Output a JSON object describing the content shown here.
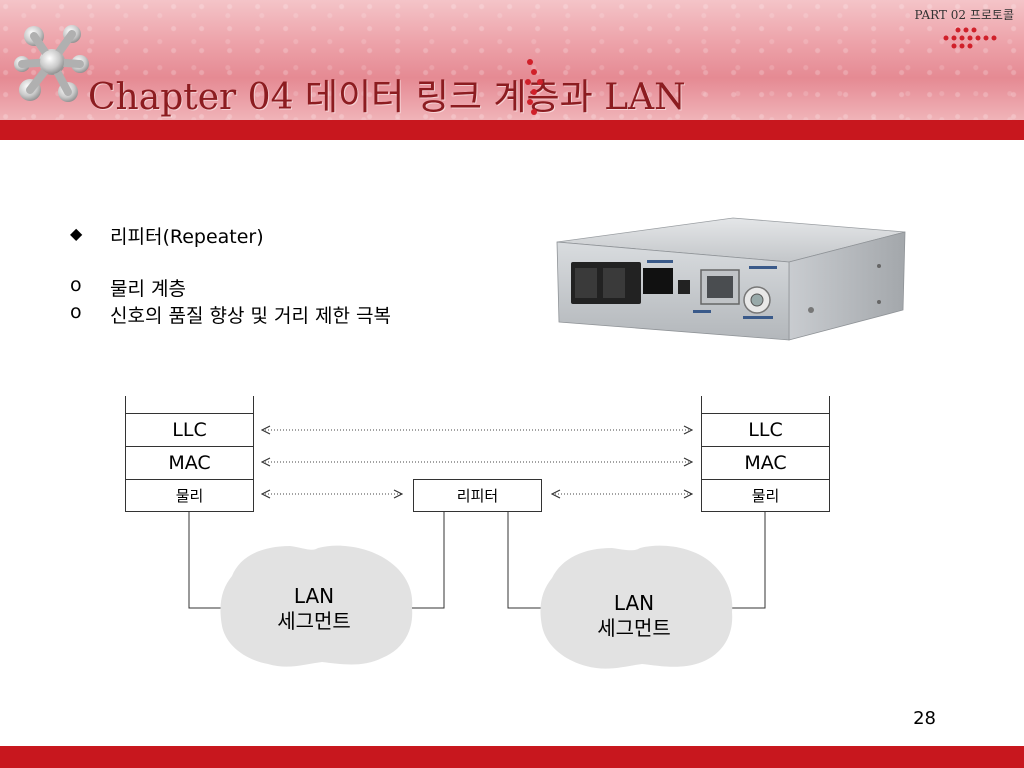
{
  "header": {
    "part_label": "PART 02 프로토콜",
    "title": "Chapter 04 데이터 링크 계층과 LAN",
    "accent_color": "#c8171e"
  },
  "bullets": [
    {
      "icon": "diamond-bullet-icon",
      "mark": "◆",
      "text": "리피터(Repeater)"
    },
    {
      "icon": "circle-bullet-icon",
      "mark": "o",
      "text": "물리 계층"
    },
    {
      "icon": "circle-bullet-icon",
      "mark": "o",
      "text": "신호의 품질 향상 및 거리 제한 극복"
    }
  ],
  "diagram": {
    "left_stack": [
      "LLC",
      "MAC",
      "물리"
    ],
    "right_stack": [
      "LLC",
      "MAC",
      "물리"
    ],
    "repeater": "리피터",
    "cloud_left": [
      "LAN",
      "세그먼트"
    ],
    "cloud_right": [
      "LAN",
      "세그먼트"
    ]
  },
  "page_number": "28"
}
